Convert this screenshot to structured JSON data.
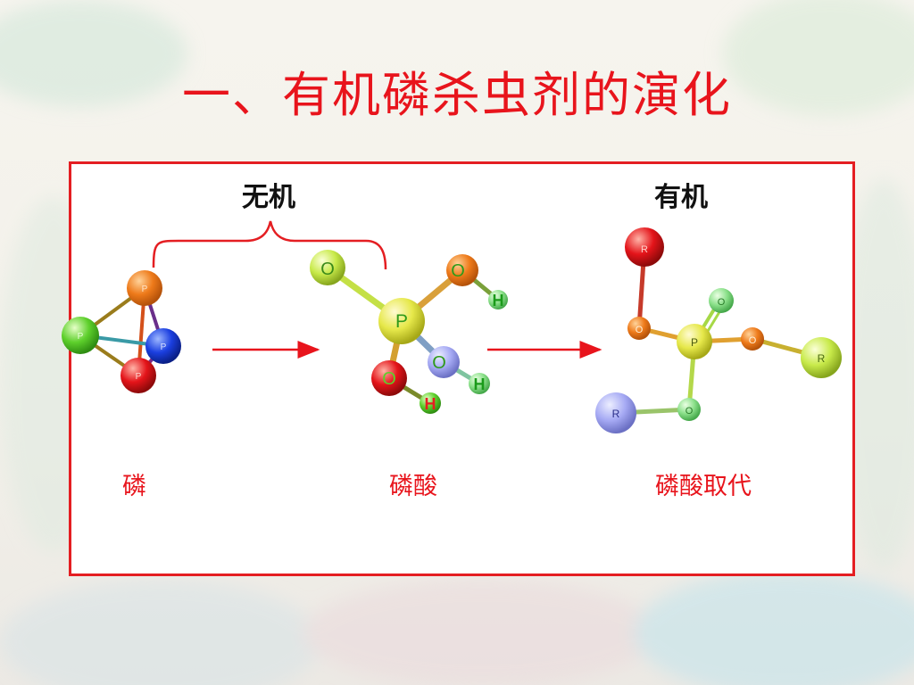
{
  "slide": {
    "title": "一、有机磷杀虫剂的演化"
  },
  "groups": {
    "inorganic": "无机",
    "organic": "有机"
  },
  "molecules": [
    {
      "caption": "磷",
      "atoms": [
        "P",
        "P",
        "P",
        "P"
      ]
    },
    {
      "caption": "磷酸",
      "atoms": [
        "O",
        "O",
        "H",
        "P",
        "O",
        "H",
        "O",
        "H"
      ]
    },
    {
      "caption": "磷酸取代",
      "atoms": [
        "R",
        "O",
        "O",
        "P",
        "O",
        "R",
        "R",
        "O"
      ]
    }
  ],
  "colors": {
    "title": "#e8141c",
    "border": "#e41e22",
    "arrow": "#e8141c"
  }
}
